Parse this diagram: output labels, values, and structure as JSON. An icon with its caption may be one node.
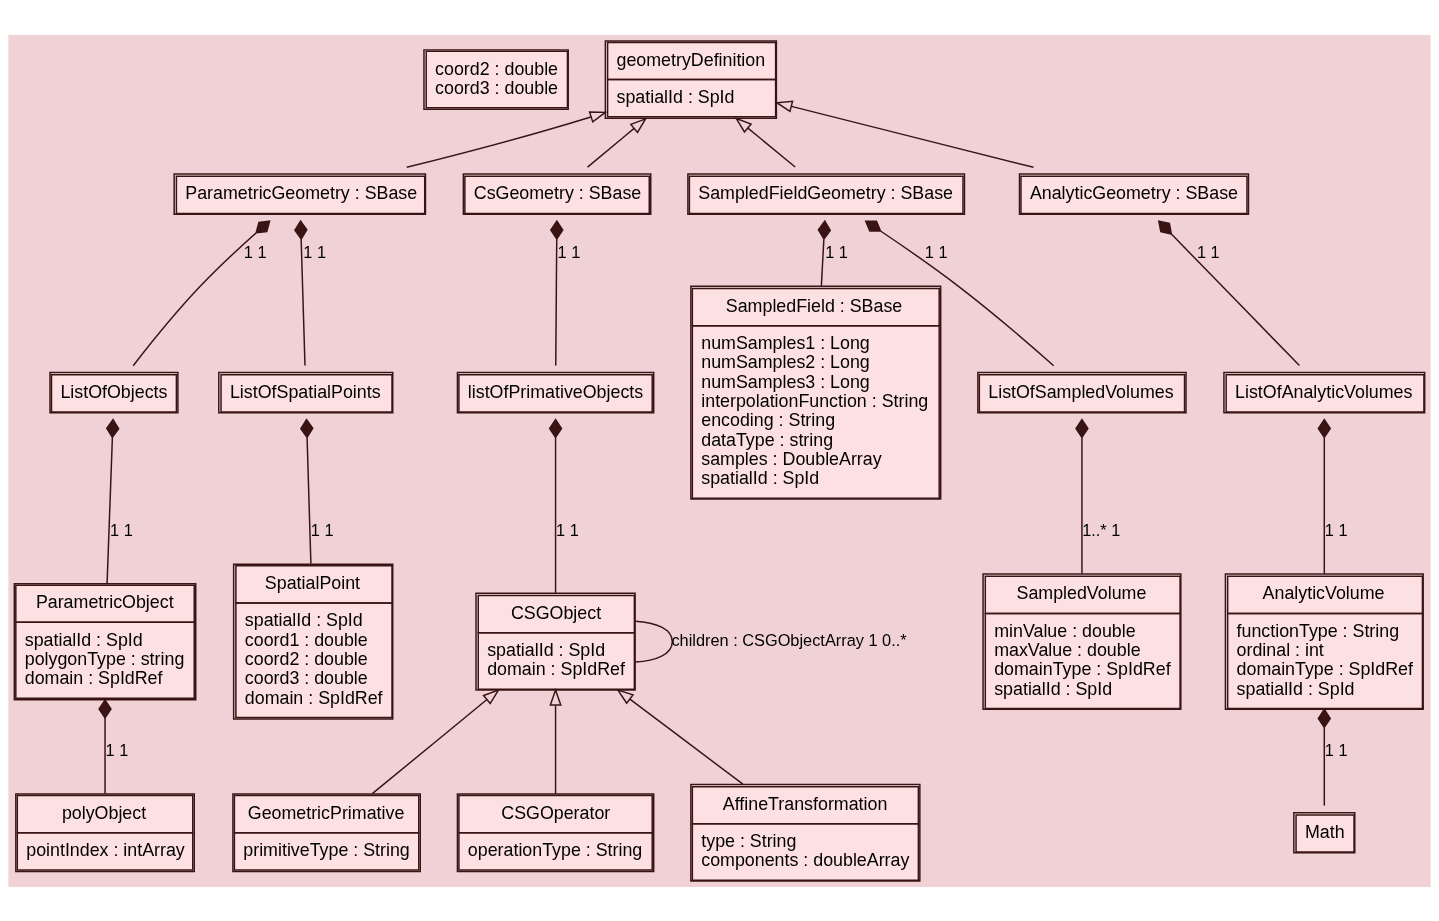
{
  "diagram": {
    "nodes": [
      {
        "text": [
          "coord2 : double",
          "coord3 : double"
        ]
      },
      {
        "text": [
          "geometryDefinition",
          "spatialId : SpId"
        ]
      },
      {
        "text": [
          "ParametricGeometry : SBase"
        ]
      },
      {
        "text": [
          "CsGeometry : SBase"
        ]
      },
      {
        "text": [
          "SampledFieldGeometry : SBase"
        ]
      },
      {
        "text": [
          "AnalyticGeometry : SBase"
        ]
      },
      {
        "text": [
          "ListOfObjects"
        ]
      },
      {
        "text": [
          "ParametricObject",
          "spatialId : SpId",
          "polygonType : string",
          "domain : SpIdRef"
        ]
      },
      {
        "text": [
          "polyObject",
          "pointIndex : intArray"
        ]
      },
      {
        "text": [
          "ListOfSpatialPoints"
        ]
      },
      {
        "text": [
          "SpatialPoint",
          "spatialId : SpId",
          "coord1 : double",
          "coord2 : double",
          "coord3 : double",
          "domain : SpIdRef"
        ]
      },
      {
        "text": [
          "listOfPrimativeObjects"
        ]
      },
      {
        "text": [
          "CSGObject",
          "spatialId : SpId",
          "domain : SpIdRef"
        ]
      },
      {
        "text": [
          "GeometricPrimative",
          "primitiveType : String"
        ]
      },
      {
        "text": [
          "CSGOperator",
          "operationType : String"
        ]
      },
      {
        "text": [
          "AffineTransformation",
          "type : String",
          "components : doubleArray"
        ]
      },
      {
        "text": [
          "SampledField : SBase",
          "numSamples1 : Long",
          "numSamples2 : Long",
          "numSamples3 : Long",
          "interpolationFunction : String",
          "encoding : String",
          "dataType : string",
          "samples : DoubleArray",
          "spatialId : SpId"
        ]
      },
      {
        "text": [
          "ListOfSampledVolumes"
        ]
      },
      {
        "text": [
          "SampledVolume",
          "minValue : double",
          "maxValue : double",
          "domainType : SpIdRef",
          "spatialId : SpId"
        ]
      },
      {
        "text": [
          "ListOfAnalyticVolumes"
        ]
      },
      {
        "text": [
          "AnalyticVolume",
          "functionType : String",
          "ordinal : int",
          "domainType : SpIdRef",
          "spatialId : SpId"
        ]
      },
      {
        "text": [
          "Math"
        ]
      }
    ],
    "edges": [
      {
        "from": 2,
        "to": 1,
        "arrow": "to"
      },
      {
        "from": 3,
        "to": 1,
        "arrow": "to"
      },
      {
        "from": 4,
        "to": 1,
        "arrow": "to"
      },
      {
        "from": 5,
        "to": 1,
        "arrow": "to"
      },
      {
        "from": 2,
        "to": 6,
        "arrow": "other",
        "label": "1 1"
      },
      {
        "from": 6,
        "to": 7,
        "arrow": "other",
        "label": "1 1"
      },
      {
        "from": 7,
        "to": 8,
        "arrow": "other",
        "label": "1 1"
      },
      {
        "from": 2,
        "to": 9,
        "arrow": "other",
        "label": "1 1"
      },
      {
        "from": 9,
        "to": 10,
        "arrow": "other",
        "label": "1 1"
      },
      {
        "from": 3,
        "to": 11,
        "arrow": "other",
        "label": "1 1"
      },
      {
        "from": 11,
        "to": 12,
        "arrow": "other",
        "label": "1 1"
      },
      {
        "from": 12,
        "to": 12,
        "arrow": "none",
        "label": "children : CSGObjectArray 1 0..*"
      },
      {
        "from": 13,
        "to": 12,
        "arrow": "to"
      },
      {
        "from": 14,
        "to": 12,
        "arrow": "to"
      },
      {
        "from": 15,
        "to": 12,
        "arrow": "to"
      },
      {
        "from": 4,
        "to": 16,
        "arrow": "other",
        "label": "1 1"
      },
      {
        "from": 4,
        "to": 17,
        "arrow": "other",
        "label": "1 1"
      },
      {
        "from": 17,
        "to": 18,
        "arrow": "other",
        "label": "1..* 1"
      },
      {
        "from": 5,
        "to": 19,
        "arrow": "other",
        "label": "1 1"
      },
      {
        "from": 19,
        "to": 20,
        "arrow": "other",
        "label": "1 1"
      },
      {
        "from": 20,
        "to": 21,
        "arrow": "other",
        "label": "1 1"
      }
    ]
  }
}
